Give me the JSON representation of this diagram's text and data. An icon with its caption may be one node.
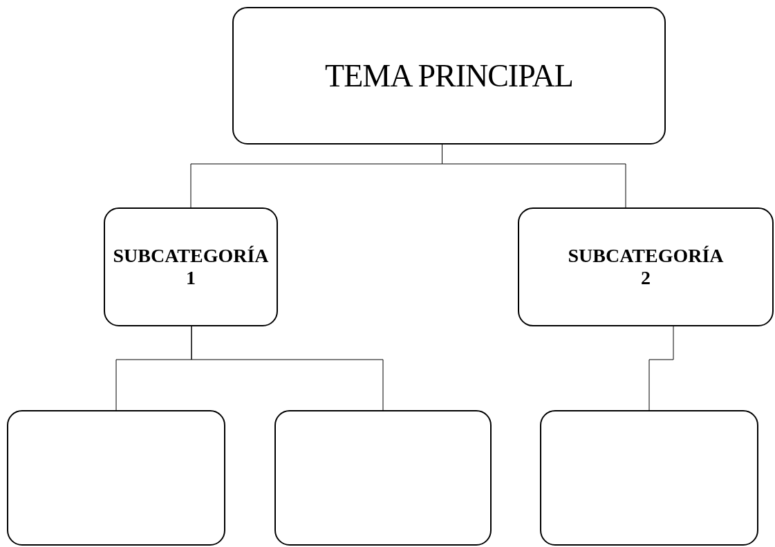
{
  "diagram": {
    "nodes": [
      {
        "text": [
          "TEMA PRINCIPAL"
        ]
      },
      {
        "text": [
          "SUBCATEGORÍA 1"
        ]
      },
      {
        "text": [
          "SUBCATEGORÍA 2"
        ]
      },
      {
        "text": [],
        "shape": "box"
      },
      {
        "text": [],
        "shape": "box"
      },
      {
        "text": [],
        "shape": "box"
      }
    ],
    "edges": [
      {
        "from": 0,
        "to": 1,
        "arrow": "none"
      },
      {
        "from": 0,
        "to": 2,
        "arrow": "none"
      },
      {
        "from": 1,
        "to": 3,
        "arrow": "none"
      },
      {
        "from": 1,
        "to": 4,
        "arrow": "none"
      },
      {
        "from": 2,
        "to": 5,
        "arrow": "none"
      }
    ]
  }
}
